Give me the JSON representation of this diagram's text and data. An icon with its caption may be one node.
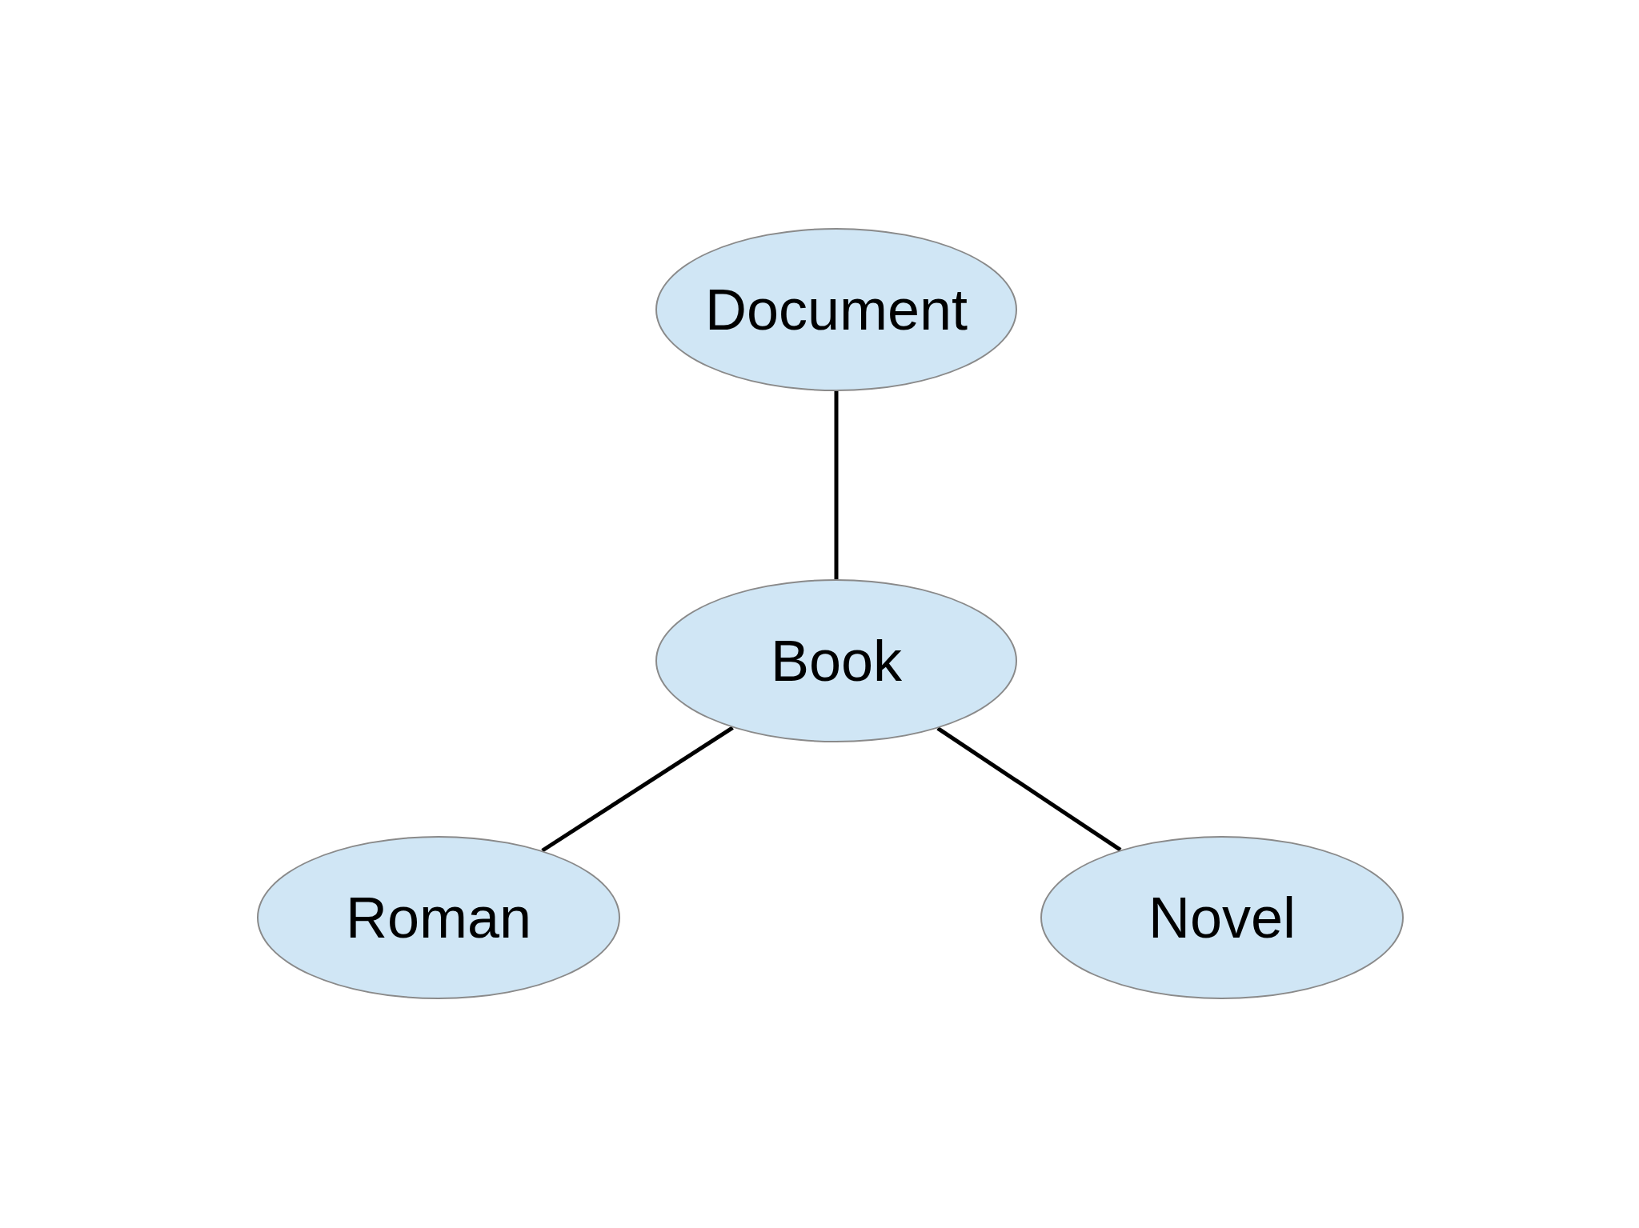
{
  "diagram": {
    "nodes": [
      {
        "text": [
          "Document"
        ]
      },
      {
        "text": [
          "Book"
        ]
      },
      {
        "text": [
          "Roman"
        ]
      },
      {
        "text": [
          "Novel"
        ]
      }
    ],
    "edges": [
      {
        "from": 1,
        "to": 0,
        "arrow": "none"
      },
      {
        "from": 2,
        "to": 1,
        "arrow": "none"
      },
      {
        "from": 3,
        "to": 1,
        "arrow": "none"
      }
    ]
  }
}
